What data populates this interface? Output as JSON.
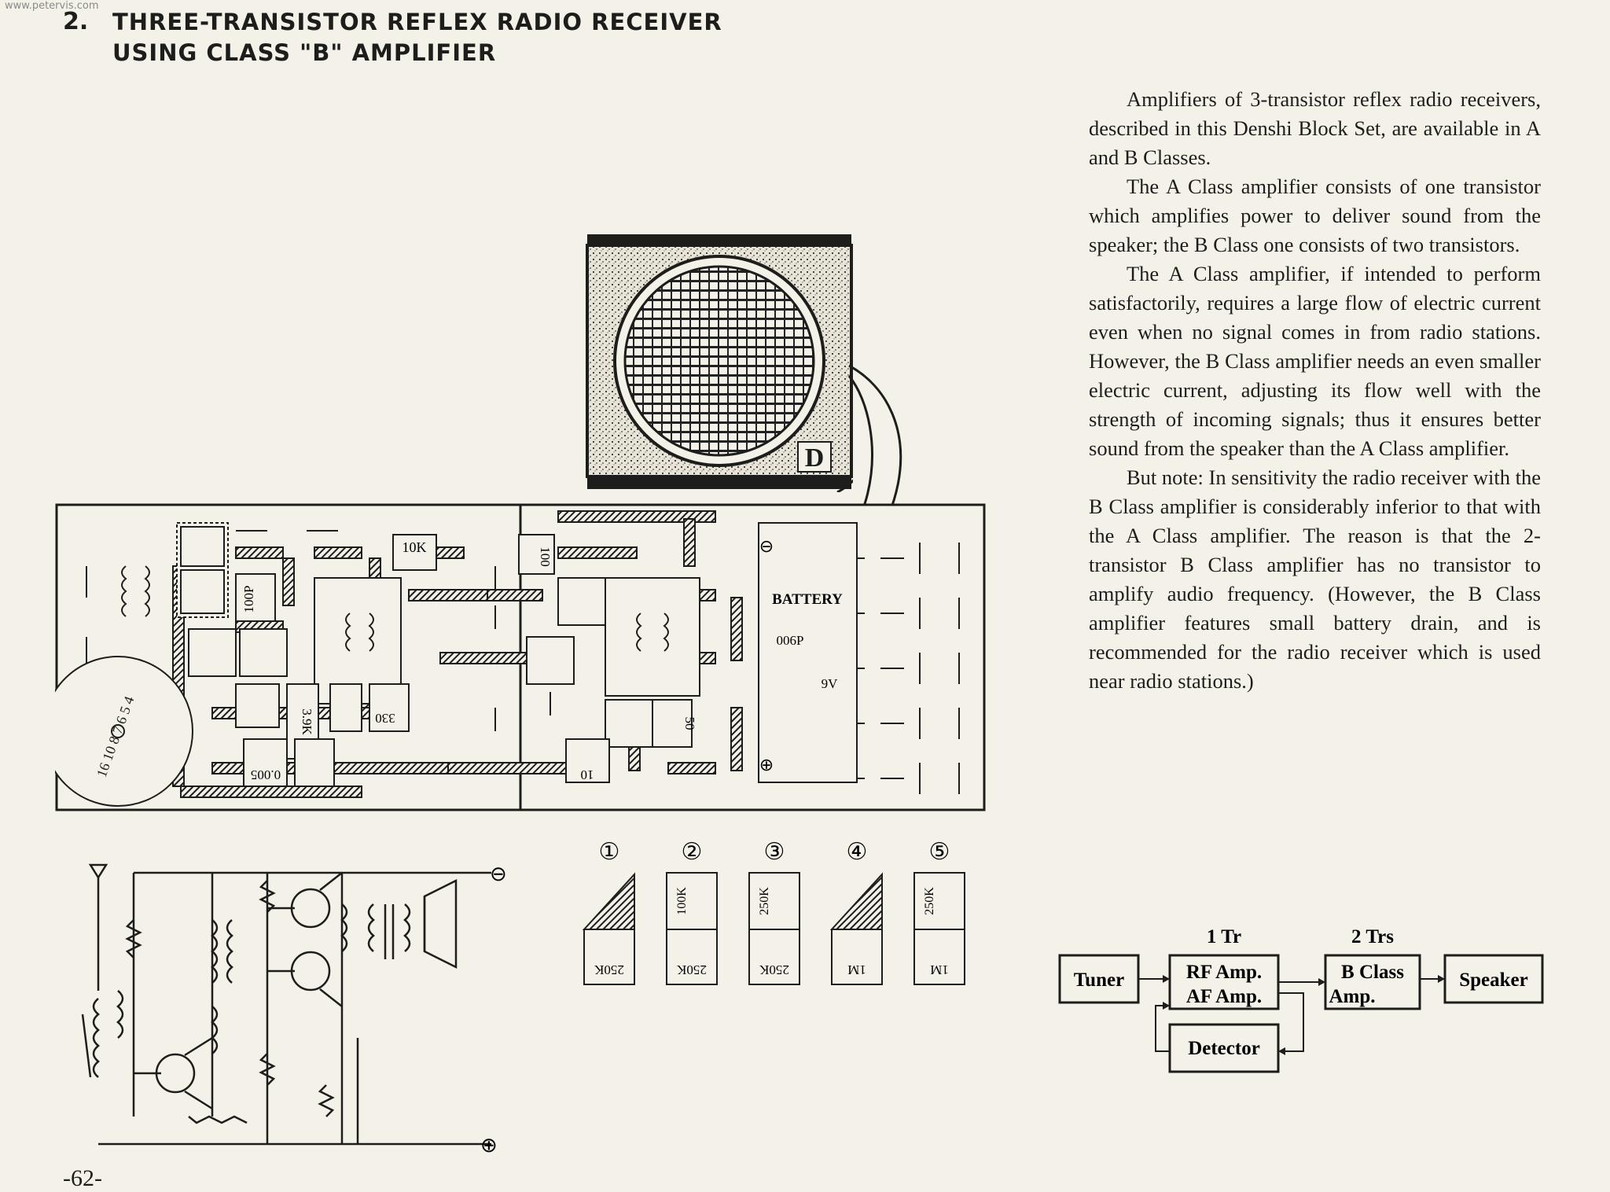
{
  "header": {
    "watermark": "www.petervis.com",
    "number": "2.",
    "title_line1": "THREE-TRANSISTOR REFLEX RADIO RECEIVER",
    "title_line2": "USING CLASS \"B\" AMPLIFIER"
  },
  "body_paragraphs": [
    "Amplifiers of 3-transistor reflex radio receivers, described in this Denshi Block Set, are available in A and B Classes.",
    "The A Class amplifier consists of one transistor which amplifies power to deliver sound from the speaker; the B Class one consists of two transistors.",
    "The A Class amplifier, if intended to perform satisfactorily, requires a large flow of electric current even when no signal comes in from radio stations. However, the B Class amplifier needs an even smaller electric current, adjusting its flow well with the strength of incoming signals; thus it ensures better sound from the speaker than the A Class amplifier.",
    "But note: In sensitivity the radio receiver with the B Class amplifier is considerably inferior to that with the A Class amplifier. The reason is that the 2-transistor B Class amplifier has no transistor to amplify audio frequency. (However, the B Class amplifier features small battery drain, and is recommended for the radio receiver which is used near radio stations.)"
  ],
  "board": {
    "battery_label": "BATTERY",
    "battery_model": "006P",
    "battery_voltage": "9V",
    "minus": "⊖",
    "plus": "⊕",
    "res_10k": "10K",
    "res_100": "100",
    "cap_100p": "100P",
    "res_3_9k": "3.9K",
    "res_330": "330",
    "cap_0_005": "0.005",
    "res_10": "10",
    "cap_50": "50",
    "dial_numbers": "16 10 8 7 6 5 4",
    "speaker_logo": "D"
  },
  "variants": [
    {
      "num": "①",
      "top": "",
      "bottom": "250K"
    },
    {
      "num": "②",
      "top": "100K",
      "bottom": "250K"
    },
    {
      "num": "③",
      "top": "250K",
      "bottom": "250K"
    },
    {
      "num": "④",
      "top": "",
      "bottom": "1M"
    },
    {
      "num": "⑤",
      "top": "250K",
      "bottom": "1M"
    }
  ],
  "schematic": {
    "minus": "⊖",
    "plus": "⊕"
  },
  "block_diagram": {
    "tuner": "Tuner",
    "rf_amp": "RF Amp.",
    "af_amp": "AF Amp.",
    "b_class": "B Class",
    "amp": "Amp.",
    "speaker": "Speaker",
    "detector": "Detector",
    "label_1tr": "1 Tr",
    "label_2trs": "2 Trs"
  },
  "page_number": "-62-"
}
